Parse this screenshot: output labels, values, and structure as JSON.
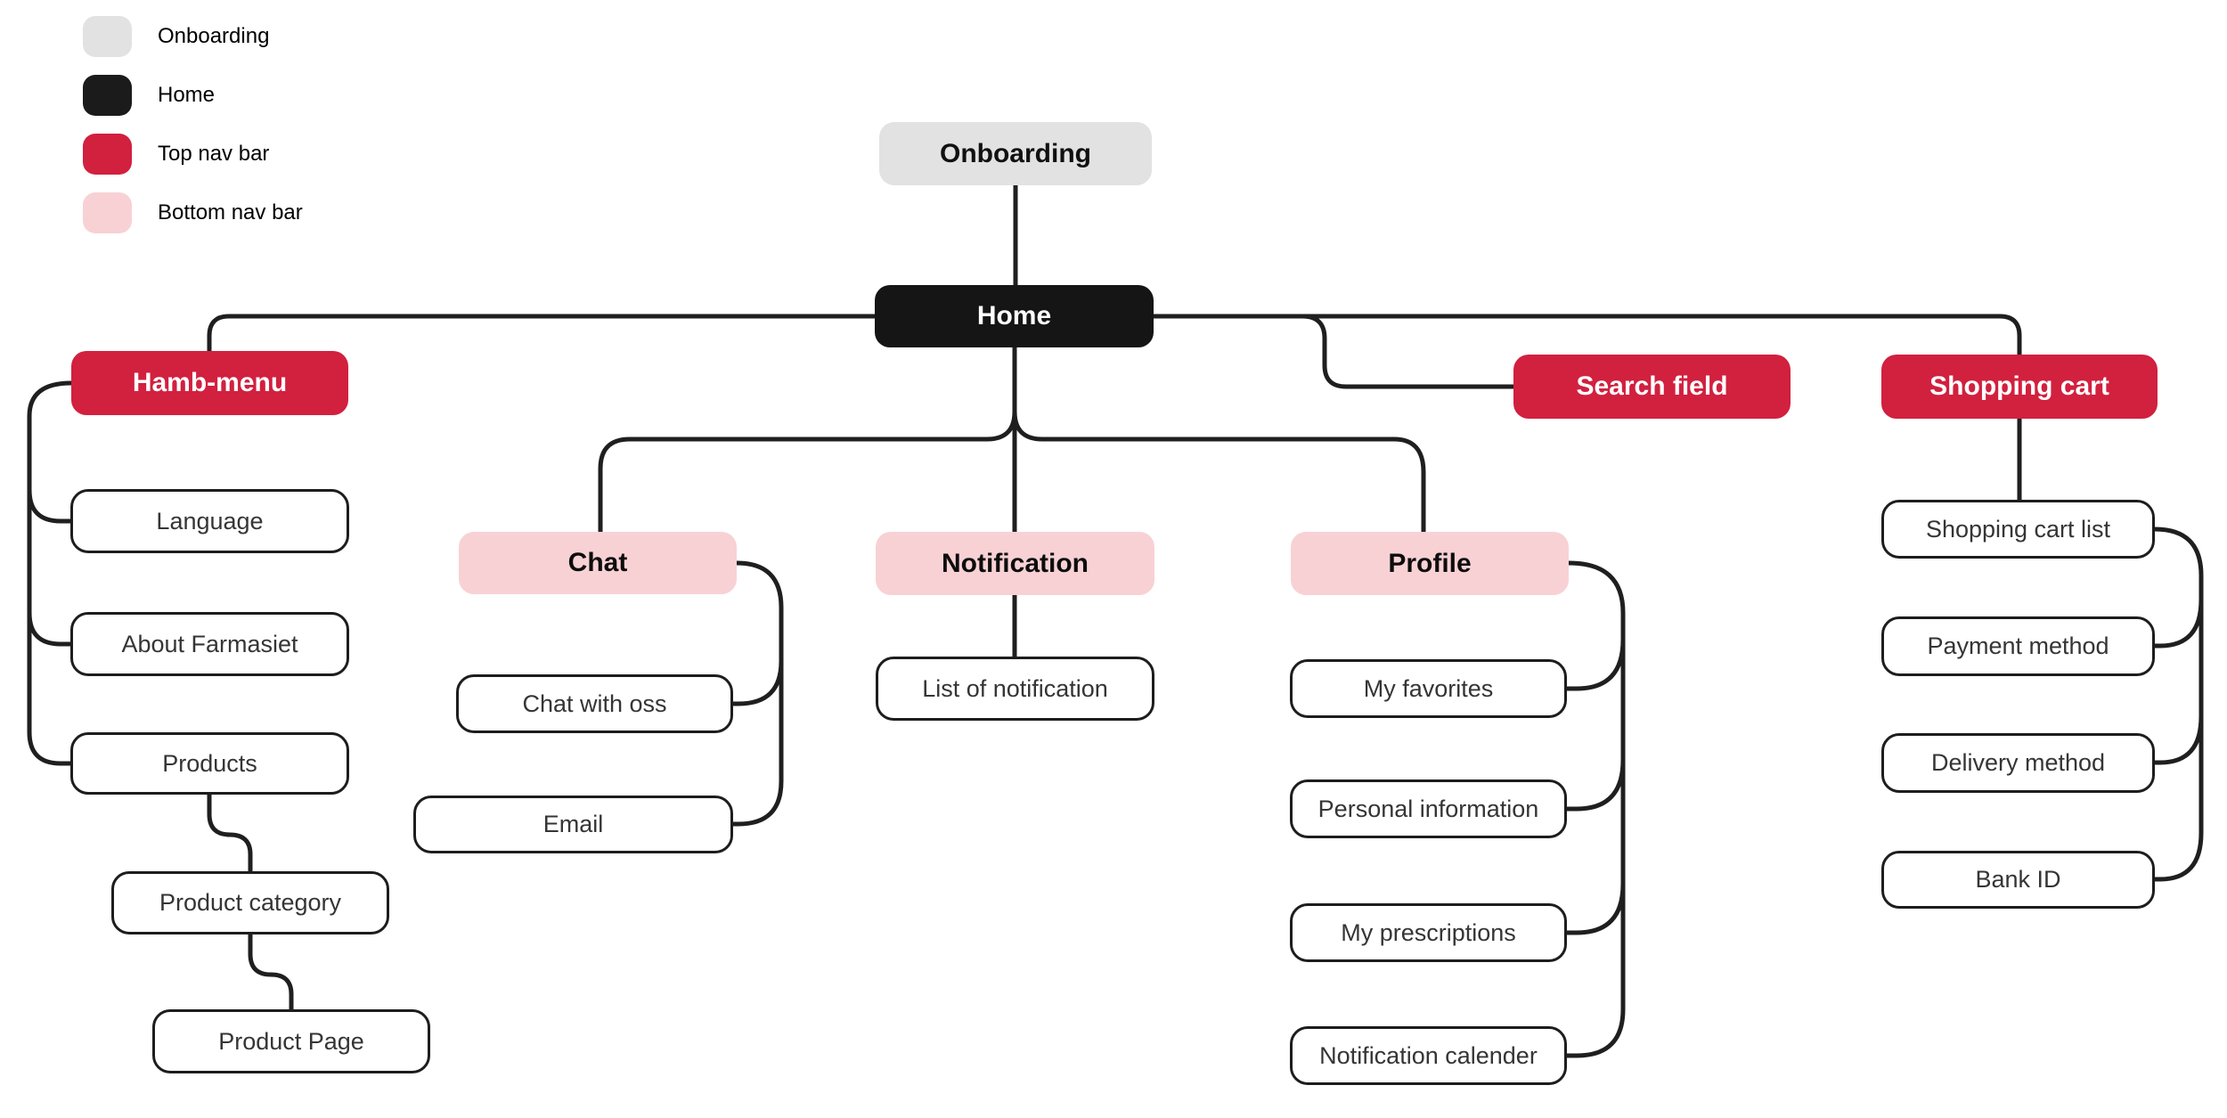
{
  "legend": {
    "items": [
      {
        "id": "onboarding",
        "label": "Onboarding",
        "color": "#E2E2E2"
      },
      {
        "id": "home",
        "label": "Home",
        "color": "#1B1B1B"
      },
      {
        "id": "top-nav-bar",
        "label": "Top nav bar",
        "color": "#D2203F"
      },
      {
        "id": "bottom-nav-bar",
        "label": "Bottom nav bar",
        "color": "#F8D1D5"
      }
    ]
  },
  "nodes": {
    "onboarding": {
      "label": "Onboarding",
      "category": "onboarding"
    },
    "home": {
      "label": "Home",
      "category": "home"
    },
    "hamb_menu": {
      "label": "Hamb-menu",
      "category": "top-nav-bar"
    },
    "search_field": {
      "label": "Search field",
      "category": "top-nav-bar"
    },
    "shopping_cart": {
      "label": "Shopping cart",
      "category": "top-nav-bar"
    },
    "chat": {
      "label": "Chat",
      "category": "bottom-nav-bar"
    },
    "notification": {
      "label": "Notification",
      "category": "bottom-nav-bar"
    },
    "profile": {
      "label": "Profile",
      "category": "bottom-nav-bar"
    },
    "language": {
      "label": "Language",
      "category": "page"
    },
    "about_farmasiet": {
      "label": "About Farmasiet",
      "category": "page"
    },
    "products": {
      "label": "Products",
      "category": "page"
    },
    "product_category": {
      "label": "Product category",
      "category": "page"
    },
    "product_page": {
      "label": "Product Page",
      "category": "page"
    },
    "chat_with_oss": {
      "label": "Chat with oss",
      "category": "page"
    },
    "email": {
      "label": "Email",
      "category": "page"
    },
    "list_of_notification": {
      "label": "List of notification",
      "category": "page"
    },
    "my_favorites": {
      "label": "My favorites",
      "category": "page"
    },
    "personal_information": {
      "label": "Personal information",
      "category": "page"
    },
    "my_prescriptions": {
      "label": "My prescriptions",
      "category": "page"
    },
    "notification_calender": {
      "label": "Notification calender",
      "category": "page"
    },
    "shopping_cart_list": {
      "label": "Shopping cart list",
      "category": "page"
    },
    "payment_method": {
      "label": "Payment method",
      "category": "page"
    },
    "delivery_method": {
      "label": "Delivery method",
      "category": "page"
    },
    "bank_id": {
      "label": "Bank ID",
      "category": "page"
    }
  },
  "colors": {
    "background": "#FFFFFF",
    "connector": "#1F1F1F",
    "onboarding_fill": "#E2E2E2",
    "home_fill": "#151515",
    "top_nav_fill": "#D2203F",
    "bottom_nav_fill": "#F8D1D5",
    "page_border": "#1D1D1D",
    "page_text": "#353535"
  }
}
